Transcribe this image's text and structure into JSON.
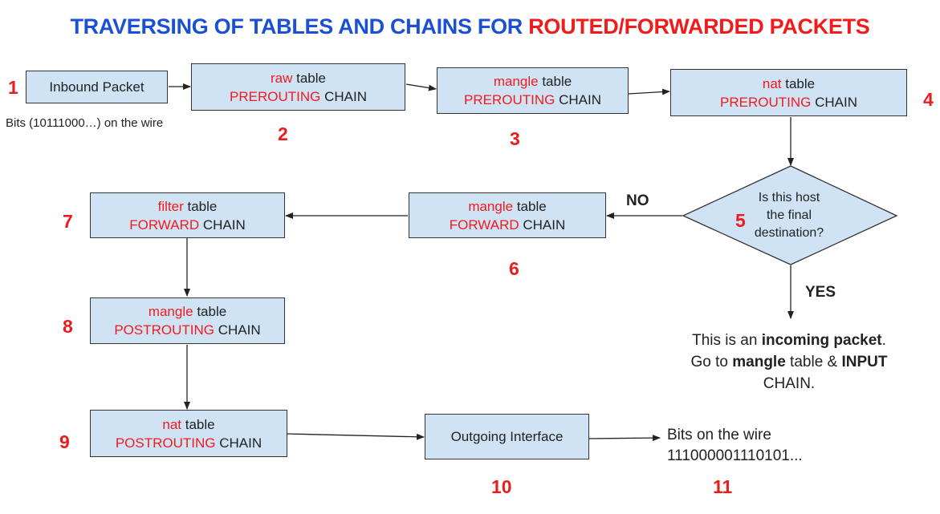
{
  "title": {
    "part1": "TRAVERSING OF TABLES AND CHAINS FOR",
    "part2": "ROUTED/FORWARDED PACKETS"
  },
  "steps": {
    "s1": {
      "number": "1",
      "label": "Inbound Packet",
      "caption": "Bits (10111000…) on the wire"
    },
    "s2": {
      "number": "2",
      "table": "raw",
      "table_word": "table",
      "chain": "PREROUTING",
      "chain_word": "CHAIN"
    },
    "s3": {
      "number": "3",
      "table": "mangle",
      "table_word": "table",
      "chain": "PREROUTING",
      "chain_word": "CHAIN"
    },
    "s4": {
      "number": "4",
      "table": "nat",
      "table_word": "table",
      "chain": "PREROUTING",
      "chain_word": "CHAIN"
    },
    "s5": {
      "number": "5",
      "line1": "Is this host",
      "line2": "the final",
      "line3": "destination?"
    },
    "s6": {
      "number": "6",
      "table": "mangle",
      "table_word": "table",
      "chain": "FORWARD",
      "chain_word": "CHAIN"
    },
    "s7": {
      "number": "7",
      "table": "filter",
      "table_word": "table",
      "chain": "FORWARD",
      "chain_word": "CHAIN"
    },
    "s8": {
      "number": "8",
      "table": "mangle",
      "table_word": "table",
      "chain": "POSTROUTING",
      "chain_word": "CHAIN"
    },
    "s9": {
      "number": "9",
      "table": "nat",
      "table_word": "table",
      "chain": "POSTROUTING",
      "chain_word": "CHAIN"
    },
    "s10": {
      "number": "10",
      "label": "Outgoing Interface"
    },
    "s11": {
      "number": "11",
      "line1": "Bits on the wire",
      "line2": "111000001110101..."
    }
  },
  "decision": {
    "no": "NO",
    "yes": "YES"
  },
  "incoming": {
    "p1": "This is an ",
    "p2": "incoming packet",
    "p3": ".",
    "p4": "Go to ",
    "p5": "mangle",
    "p6": " table & ",
    "p7": "INPUT",
    "p8": "CHAIN."
  },
  "colors": {
    "title_blue": "#1a4fd6",
    "accent_red": "#f21b1b",
    "box_fill": "#cfe3f5",
    "box_border": "#333333"
  }
}
